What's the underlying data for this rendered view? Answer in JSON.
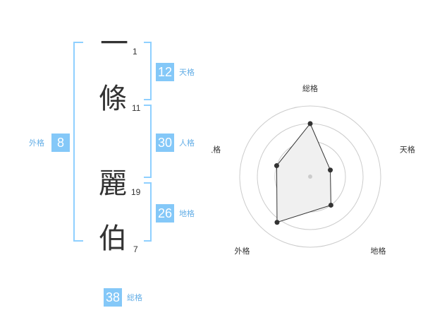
{
  "name": {
    "characters": [
      {
        "char": "一",
        "strokes": "1"
      },
      {
        "char": "條",
        "strokes": "11"
      },
      {
        "char": "麗",
        "strokes": "19"
      },
      {
        "char": "伯",
        "strokes": "7"
      }
    ]
  },
  "scores": {
    "tenkaku": {
      "value": "12",
      "label": "天格"
    },
    "jinkaku": {
      "value": "30",
      "label": "人格"
    },
    "chikaku": {
      "value": "26",
      "label": "地格"
    },
    "gaikaku": {
      "value": "8",
      "label": "外格"
    },
    "soukaku": {
      "value": "38",
      "label": "総格"
    }
  },
  "radar": {
    "axes": [
      "総格",
      "天格",
      "地格",
      "外格",
      "人格"
    ],
    "values": [
      0.75,
      0.3,
      0.5,
      0.8,
      0.5
    ],
    "max": 1,
    "ring_count": 4
  },
  "colors": {
    "bracket": "#8fd0ff",
    "score_box": "#84c8f8",
    "score_label": "#64aee6",
    "radar_fill": "#f0f0f0",
    "radar_line": "#333333",
    "ring": "#cccccc"
  }
}
